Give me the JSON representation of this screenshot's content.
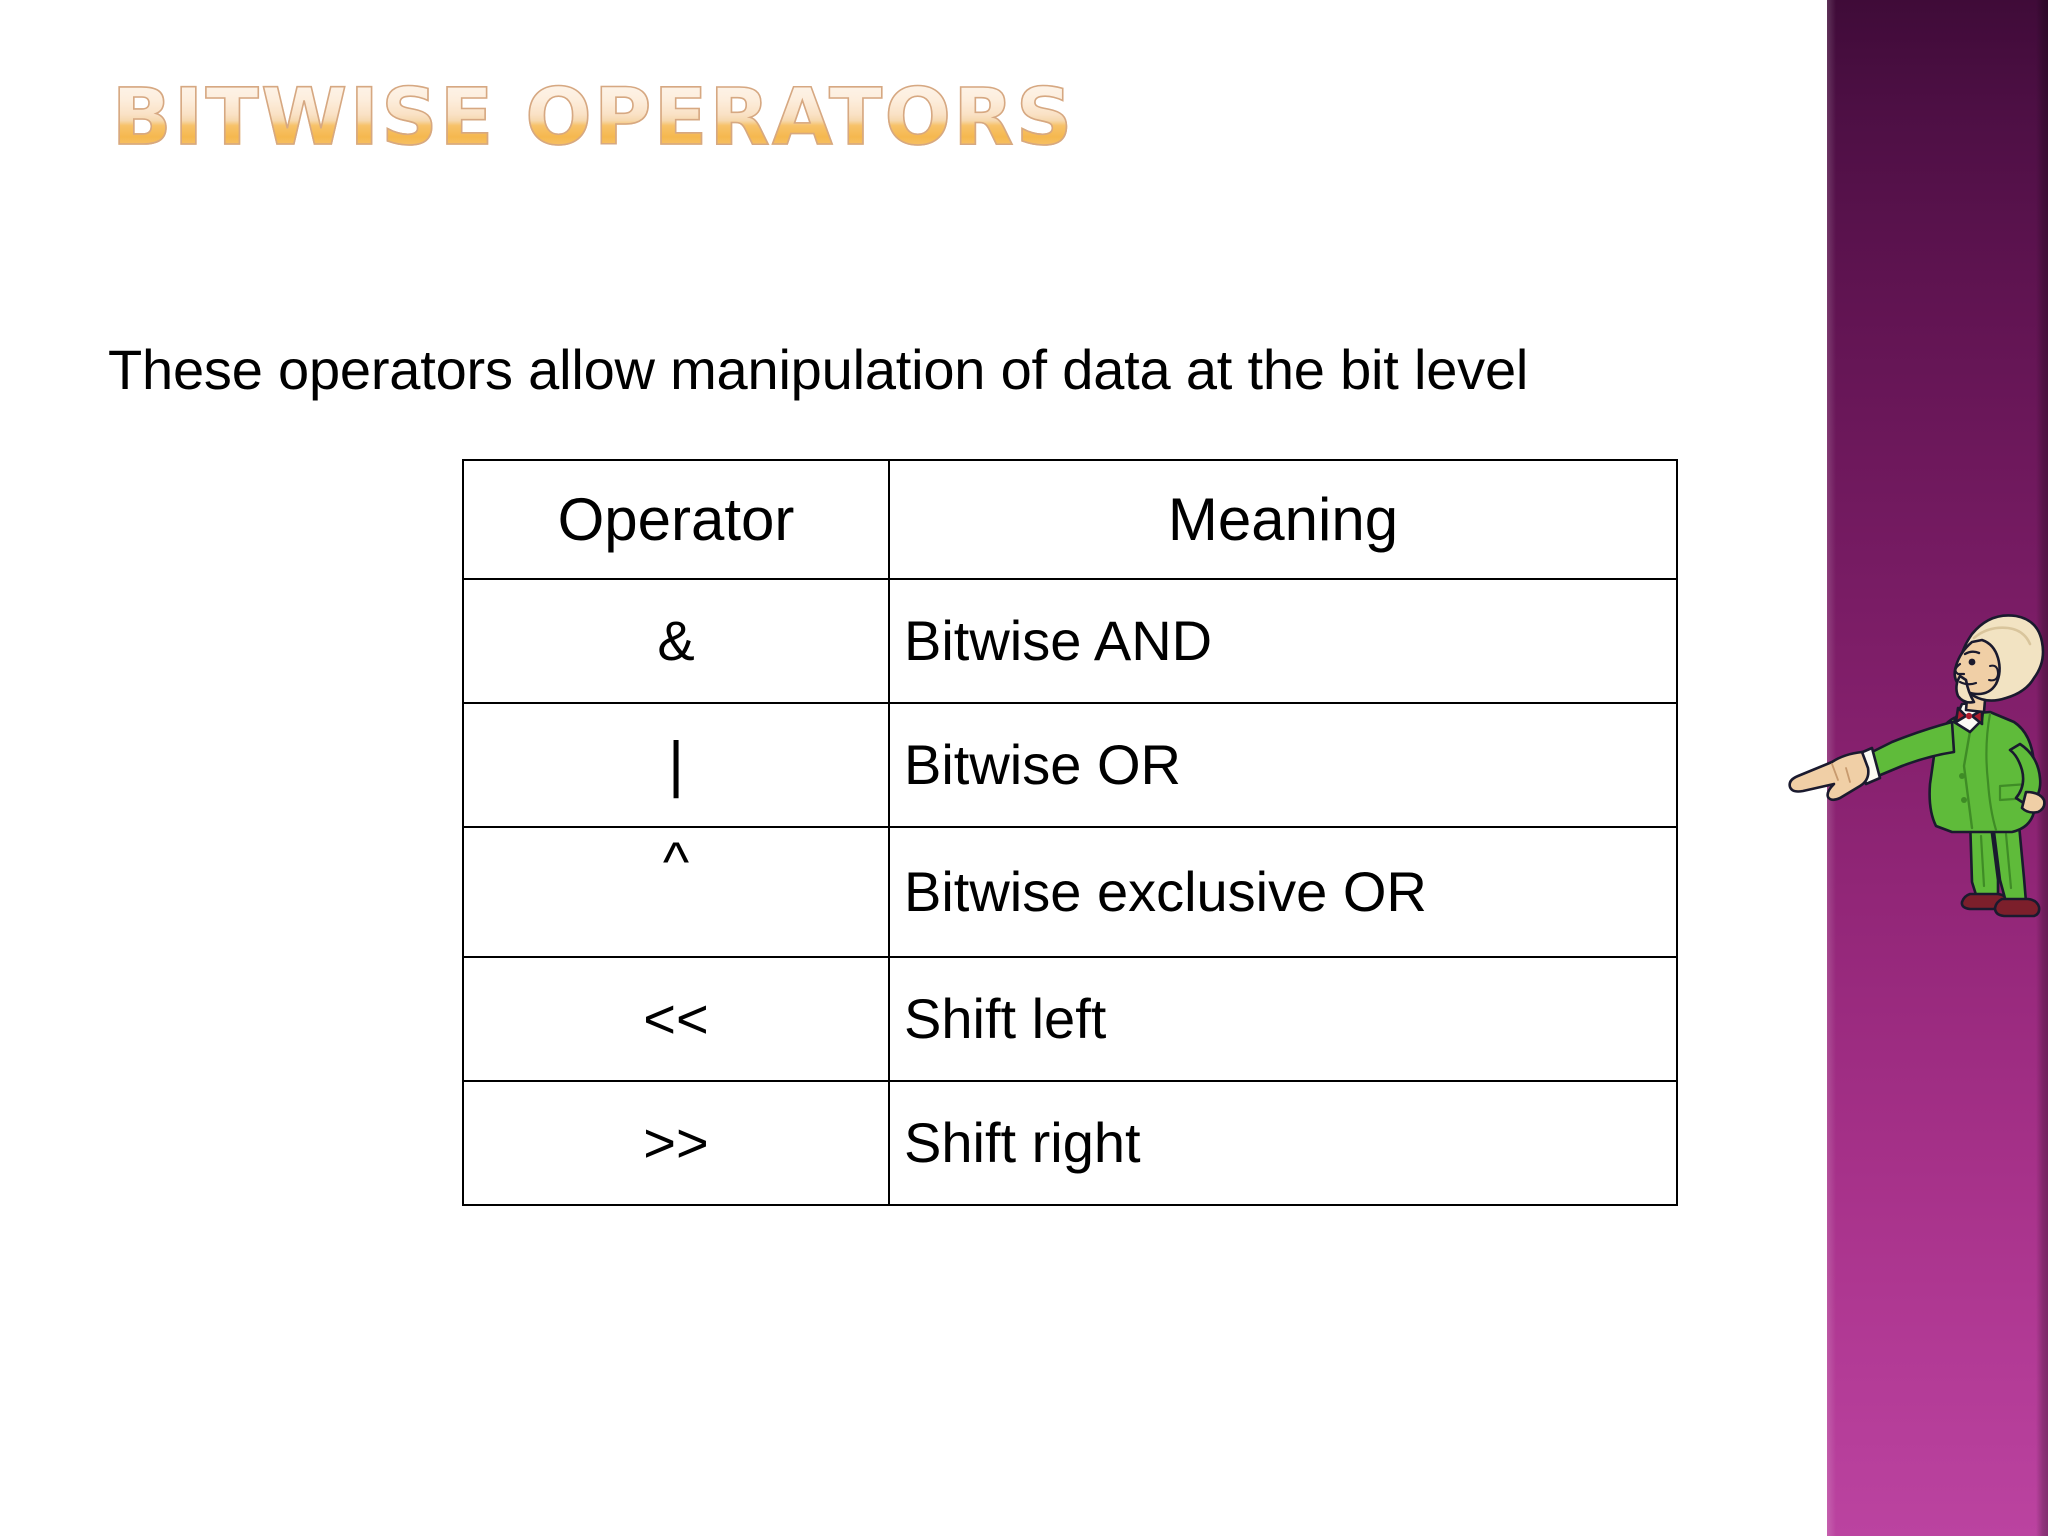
{
  "slide": {
    "title": "Bitwise Operators",
    "lead_text": "These operators allow manipulation of data at the bit level",
    "background_color": "#ffffff",
    "accent_band": {
      "name": "purple-gradient-band",
      "color_top": "#3f0b38",
      "color_bottom": "#bb43a0"
    },
    "title_colors": {
      "gradient_top": "#fdf6ee",
      "gradient_bottom": "#f5b84f",
      "outline": "#d6a882"
    }
  },
  "table": {
    "headers": [
      "Operator",
      "Meaning"
    ],
    "rows": [
      {
        "operator": "&",
        "meaning": "Bitwise AND"
      },
      {
        "operator": "|",
        "meaning": "Bitwise OR"
      },
      {
        "operator": "^",
        "meaning": "Bitwise exclusive OR"
      },
      {
        "operator": "<<",
        "meaning": "Shift left"
      },
      {
        "operator": ">>",
        "meaning": "Shift right"
      }
    ]
  },
  "decoration": {
    "presenter_icon": "pointing-man-icon",
    "presenter_colors": {
      "suit": "#5fbb3a",
      "suit_shadow": "#3f8c26",
      "hair": "#f2e3c2",
      "skin": "#f0cfa6",
      "tie": "#b01d2e",
      "shoes": "#7c1f2b",
      "outline": "#1a1a2e"
    }
  }
}
